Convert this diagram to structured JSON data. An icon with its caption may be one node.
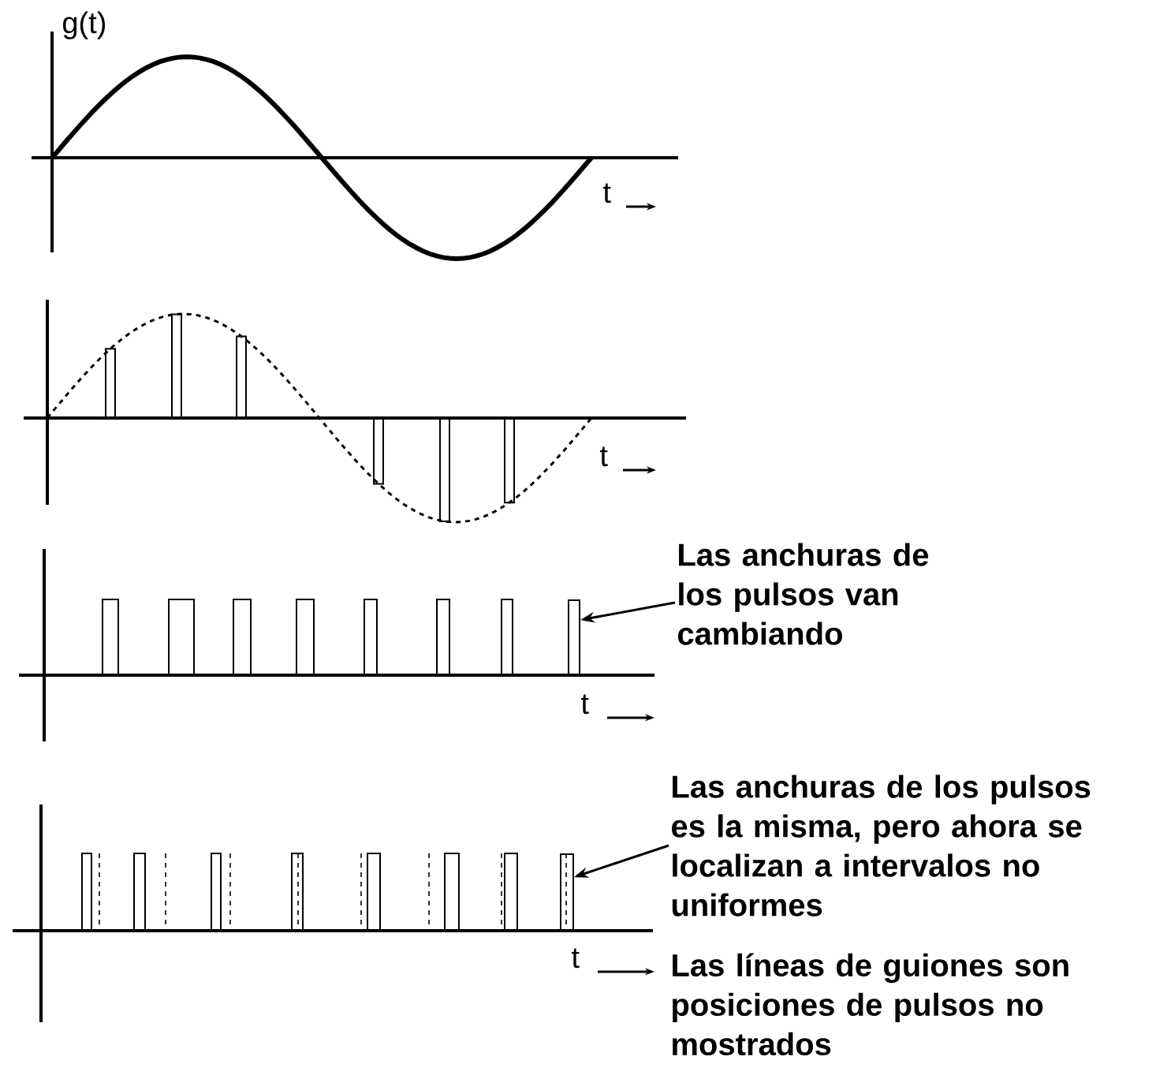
{
  "diagram": {
    "nodes": [
      {
        "text": [
          "Las anchuras de los pulsos van cambiando"
        ]
      },
      {
        "text": [
          "Las anchuras de los pulsos es la misma, pero ahora se localizan a intervalos no uniformes"
        ]
      },
      {
        "text": [],
        "shape": "bar"
      },
      {
        "text": [],
        "shape": "bar"
      }
    ],
    "edges": [
      {
        "from": 0,
        "to": 2,
        "arrow": "to"
      },
      {
        "from": 1,
        "to": 3,
        "arrow": "to"
      }
    ],
    "labels": [
      "g(t)",
      "t",
      "t",
      "t",
      "t",
      "Las líneas de guiones son posiciones de pulsos no mostrados"
    ]
  }
}
